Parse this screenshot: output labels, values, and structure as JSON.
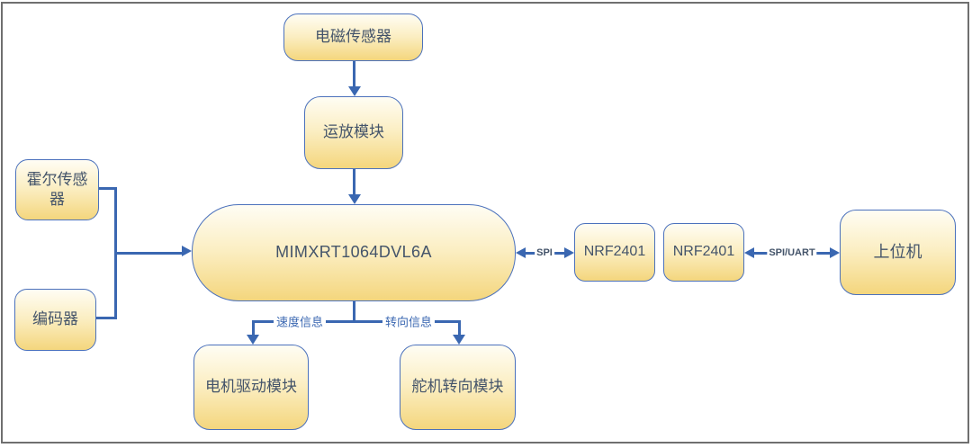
{
  "diagram": {
    "description": "MCU system block diagram",
    "nodes": [
      {
        "id": "em_sensor",
        "label": "电磁传感器"
      },
      {
        "id": "opamp",
        "label": "运放模块"
      },
      {
        "id": "mcu",
        "label": "MIMXRT1064DVL6A"
      },
      {
        "id": "hall",
        "label": "霍尔传感器"
      },
      {
        "id": "encoder",
        "label": "编码器"
      },
      {
        "id": "nrf_left",
        "label": "NRF2401"
      },
      {
        "id": "nrf_right",
        "label": "NRF2401"
      },
      {
        "id": "host",
        "label": "上位机"
      },
      {
        "id": "motor",
        "label": "电机驱动模块"
      },
      {
        "id": "servo",
        "label": "舵机转向模块"
      }
    ],
    "edges": [
      {
        "from": "电磁传感器",
        "to": "运放模块",
        "label": "",
        "bidirectional": false
      },
      {
        "from": "运放模块",
        "to": "MIMXRT1064DVL6A",
        "label": "",
        "bidirectional": false
      },
      {
        "from": "霍尔传感器",
        "to": "MIMXRT1064DVL6A",
        "label": "",
        "bidirectional": false
      },
      {
        "from": "编码器",
        "to": "MIMXRT1064DVL6A",
        "label": "",
        "bidirectional": false
      },
      {
        "from": "MIMXRT1064DVL6A",
        "to": "NRF2401",
        "label": "SPI",
        "bidirectional": true
      },
      {
        "from": "NRF2401",
        "to": "上位机",
        "label": "SPI/UART",
        "bidirectional": true
      },
      {
        "from": "MIMXRT1064DVL6A",
        "to": "电机驱动模块",
        "label": "速度信息",
        "bidirectional": false
      },
      {
        "from": "MIMXRT1064DVL6A",
        "to": "舵机转向模块",
        "label": "转向信息",
        "bidirectional": false
      }
    ],
    "colors": {
      "node_border": "#4B71BC",
      "node_fill_top": "#FFFDF4",
      "node_fill_bottom": "#F4D67D",
      "connector": "#3A67B1",
      "node_text": "#44546A",
      "edge_label_text": "#3A67B1",
      "frame_border": "#6F6F6F",
      "background": "#FFFFFF"
    }
  }
}
